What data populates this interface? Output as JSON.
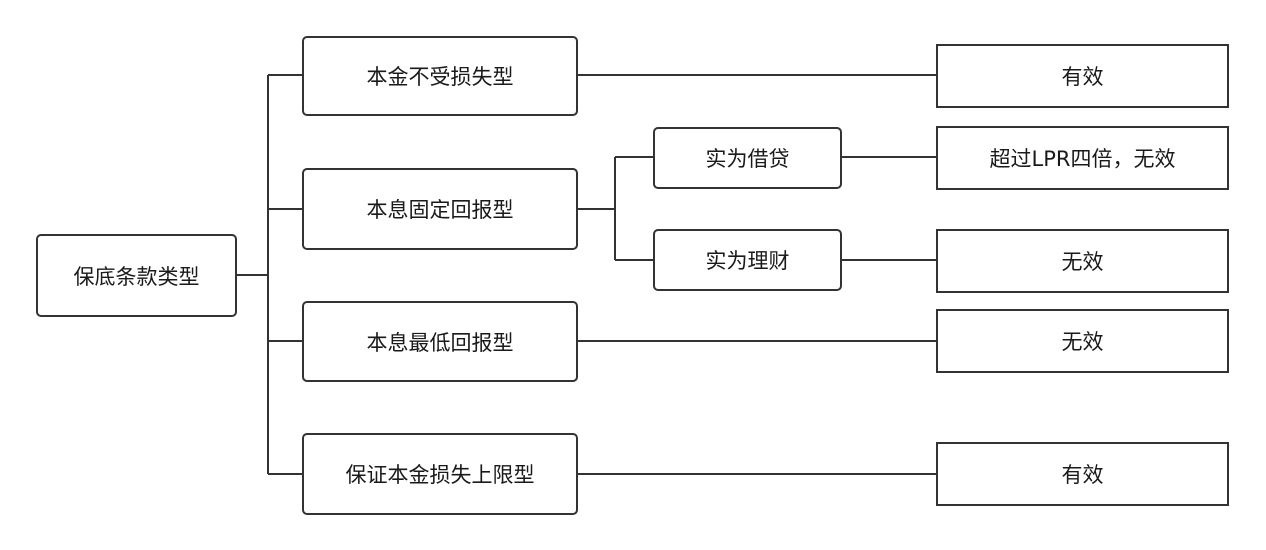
{
  "diagram": {
    "root": {
      "label": "保底条款类型"
    },
    "types": [
      {
        "label": "本金不受损失型",
        "result": "有效"
      },
      {
        "label": "本息固定回报型",
        "subtypes": [
          {
            "label": "实为借贷",
            "result": "超过LPR四倍，无效"
          },
          {
            "label": "实为理财",
            "result": "无效"
          }
        ]
      },
      {
        "label": "本息最低回报型",
        "result": "无效"
      },
      {
        "label": "保证本金损失上限型",
        "result": "有效"
      }
    ]
  },
  "colors": {
    "line": "#333333",
    "border": "#333333",
    "text": "#1a1a1a",
    "background": "#ffffff"
  }
}
